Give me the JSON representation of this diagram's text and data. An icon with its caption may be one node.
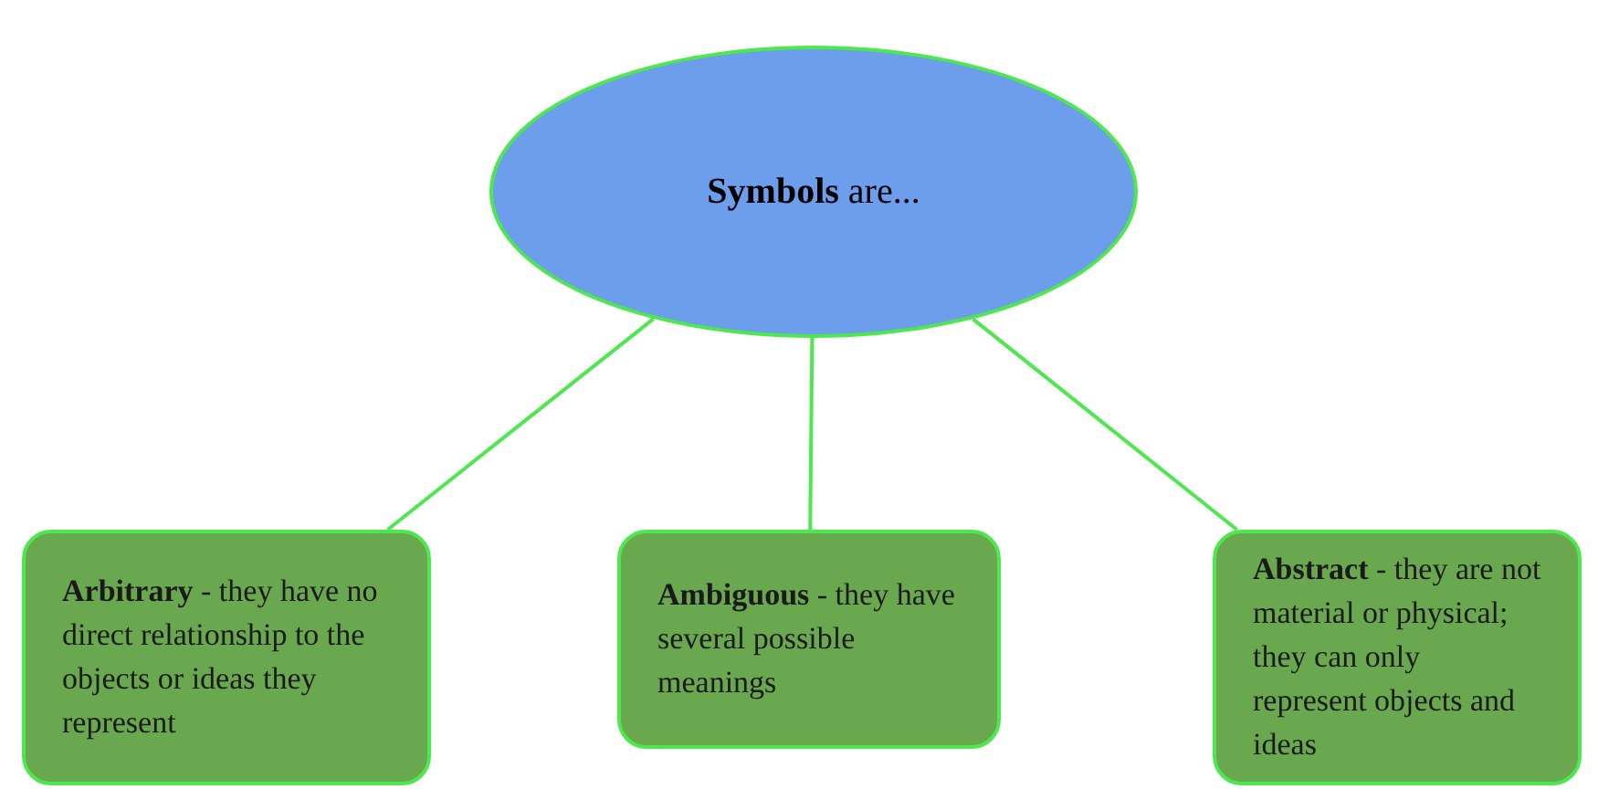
{
  "diagram": {
    "nodes": [
      {
        "text": [
          "**Symbols** are..."
        ]
      },
      {
        "text": [
          "**Arbitrary** - they have no direct relationship to the objects or ideas they represent"
        ]
      },
      {
        "text": [
          "**Ambiguous** - they have several possible meanings"
        ]
      },
      {
        "text": [
          "**Abstract** - they are not material or physical; they can only represent objects and ideas"
        ]
      }
    ],
    "edges": [
      {
        "from": 0,
        "to": 1,
        "arrow": "none"
      },
      {
        "from": 0,
        "to": 2,
        "arrow": "none"
      },
      {
        "from": 0,
        "to": 3,
        "arrow": "none"
      }
    ]
  }
}
